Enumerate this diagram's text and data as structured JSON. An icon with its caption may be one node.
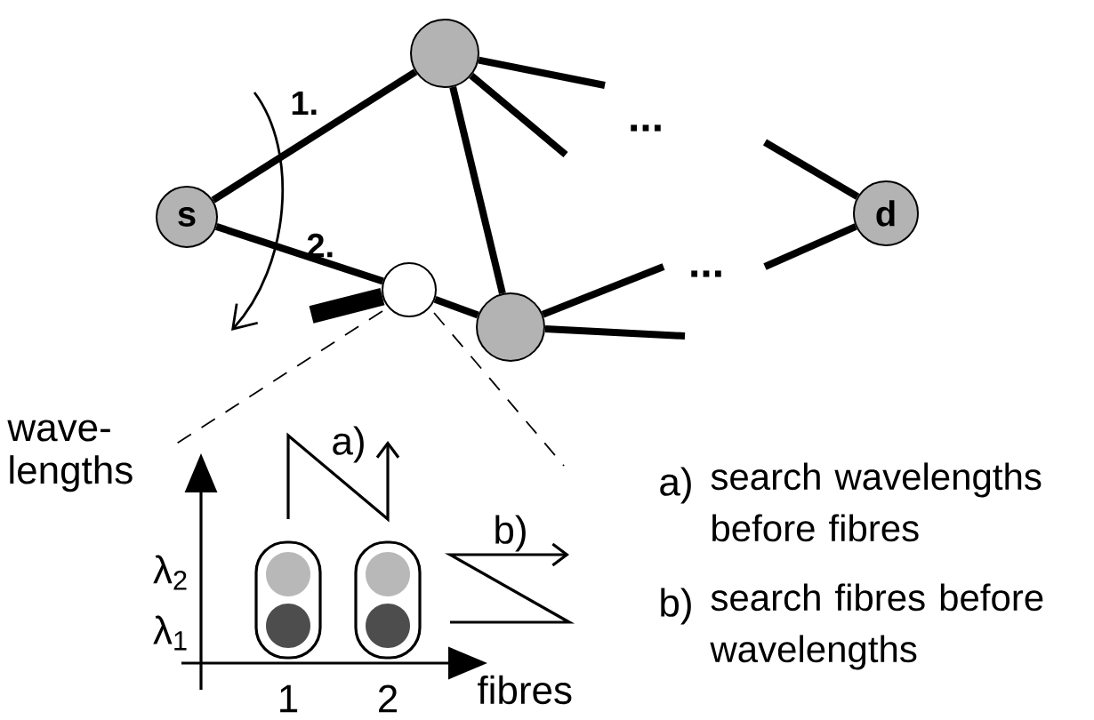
{
  "diagram": {
    "nodes": [
      {
        "text": [
          "s"
        ]
      },
      {
        "text": [],
        "shape": "circle"
      },
      {
        "text": [],
        "shape": "circle"
      },
      {
        "text": [],
        "shape": "circle"
      },
      {
        "text": [
          "d"
        ]
      }
    ],
    "edges": [
      {
        "from": 0,
        "to": 1,
        "arrow": "none"
      },
      {
        "from": 0,
        "to": 2,
        "arrow": "none"
      },
      {
        "from": 2,
        "to": 3,
        "arrow": "none"
      },
      {
        "from": 1,
        "to": 3,
        "arrow": "none"
      },
      {
        "from": 1,
        "to": null,
        "arrow": "none"
      },
      {
        "from": 1,
        "to": null,
        "arrow": "none"
      },
      {
        "from": 3,
        "to": null,
        "arrow": "none"
      },
      {
        "from": 3,
        "to": null,
        "arrow": "none"
      },
      {
        "from": 4,
        "to": null,
        "arrow": "none"
      },
      {
        "from": 4,
        "to": null,
        "arrow": "none"
      },
      {
        "from": 2,
        "to": null,
        "arrow": "none",
        "style": "thick"
      }
    ],
    "labels": [
      "1.",
      "...",
      "2.",
      "...",
      "a)",
      "wave-lengths",
      "b)",
      "λ$_{2}$",
      "λ$_{1}$",
      "1",
      "2",
      "fibres",
      "a)",
      "search wavelengths before fibres",
      "b)",
      "search fibres before wavelengths"
    ]
  }
}
